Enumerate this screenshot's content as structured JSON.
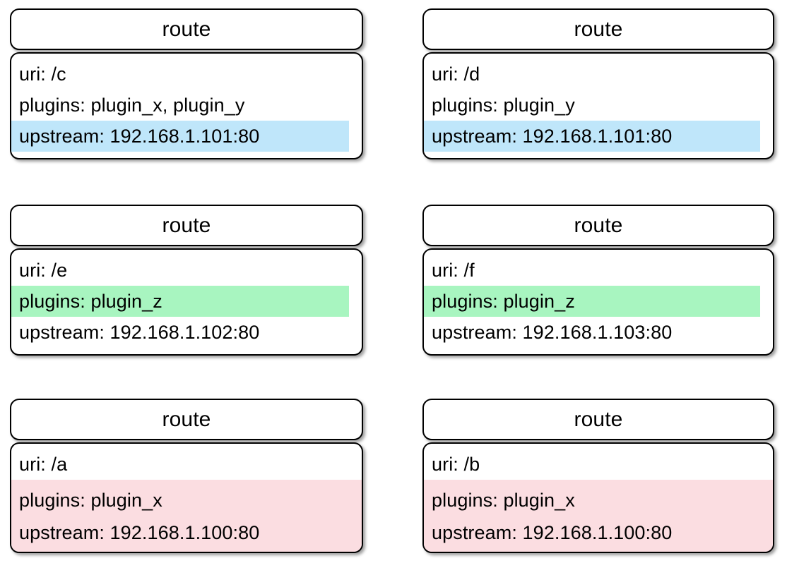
{
  "diagram": {
    "node_type_label": "route",
    "colors": {
      "highlight_upstream_shared": "#bfe6fa",
      "highlight_plugin_shared": "#a8f5c0",
      "highlight_duplicate_route": "#fbdde1",
      "node_fill": "#ffffff",
      "node_border": "#000000",
      "text": "#000000"
    },
    "labels": {
      "uri": "uri:",
      "plugins": "plugins:",
      "upstream": "upstream:"
    },
    "nodes": [
      {
        "id": "route-c",
        "title": "route",
        "rows": [
          {
            "name": "uri-row",
            "text": "uri: /c",
            "highlight": "none"
          },
          {
            "name": "plugins-row",
            "text": "plugins: plugin_x, plugin_y",
            "highlight": "none"
          },
          {
            "name": "upstream-row",
            "text": "upstream: 192.168.1.101:80",
            "highlight": "blue"
          }
        ]
      },
      {
        "id": "route-d",
        "title": "route",
        "rows": [
          {
            "name": "uri-row",
            "text": "uri: /d",
            "highlight": "none"
          },
          {
            "name": "plugins-row",
            "text": "plugins: plugin_y",
            "highlight": "none"
          },
          {
            "name": "upstream-row",
            "text": "upstream: 192.168.1.101:80",
            "highlight": "blue"
          }
        ]
      },
      {
        "id": "route-e",
        "title": "route",
        "rows": [
          {
            "name": "uri-row",
            "text": "uri: /e",
            "highlight": "none"
          },
          {
            "name": "plugins-row",
            "text": "plugins: plugin_z",
            "highlight": "green"
          },
          {
            "name": "upstream-row",
            "text": "upstream: 192.168.1.102:80",
            "highlight": "none"
          }
        ]
      },
      {
        "id": "route-f",
        "title": "route",
        "rows": [
          {
            "name": "uri-row",
            "text": "uri: /f",
            "highlight": "none"
          },
          {
            "name": "plugins-row",
            "text": "plugins: plugin_z",
            "highlight": "green"
          },
          {
            "name": "upstream-row",
            "text": "upstream: 192.168.1.103:80",
            "highlight": "none"
          }
        ]
      },
      {
        "id": "route-a",
        "title": "route",
        "rows": [
          {
            "name": "uri-row",
            "text": "uri: /a",
            "highlight": "none"
          },
          {
            "name": "plugins-row",
            "text": "plugins: plugin_x",
            "highlight": "pink-group"
          },
          {
            "name": "upstream-row",
            "text": "upstream: 192.168.1.100:80",
            "highlight": "pink-group"
          }
        ]
      },
      {
        "id": "route-b",
        "title": "route",
        "rows": [
          {
            "name": "uri-row",
            "text": "uri: /b",
            "highlight": "none"
          },
          {
            "name": "plugins-row",
            "text": "plugins: plugin_x",
            "highlight": "pink-group"
          },
          {
            "name": "upstream-row",
            "text": "upstream: 192.168.1.100:80",
            "highlight": "pink-group"
          }
        ]
      }
    ],
    "layout": {
      "columns_x": [
        14,
        598
      ],
      "rows_y": [
        12,
        290,
        565
      ],
      "node_widths": [
        500,
        498
      ]
    }
  }
}
